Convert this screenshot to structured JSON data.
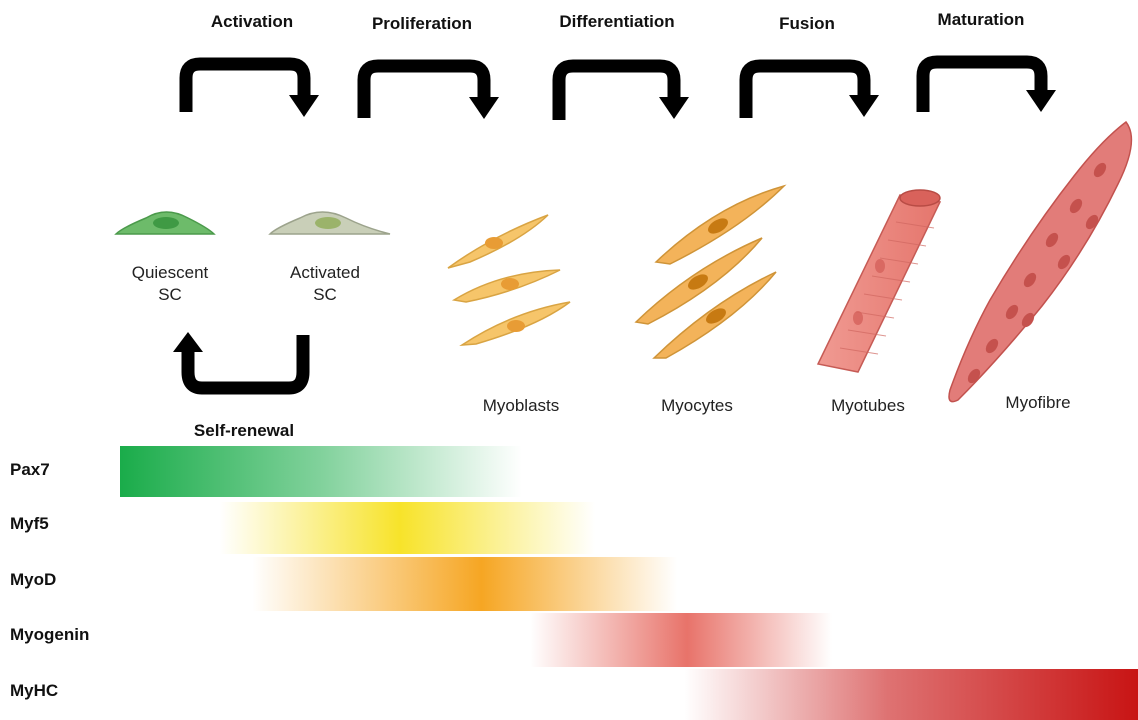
{
  "stages": [
    "Activation",
    "Proliferation",
    "Differentiation",
    "Fusion",
    "Maturation"
  ],
  "cells": {
    "quiescent": [
      "Quiescent",
      "SC"
    ],
    "activated": [
      "Activated",
      "SC"
    ],
    "myoblasts": "Myoblasts",
    "myocytes": "Myocytes",
    "myotubes": "Myotubes",
    "myofibre": "Myofibre"
  },
  "self_renewal": "Self-renewal",
  "markers": [
    {
      "name": "Pax7",
      "color": "#1aac4a"
    },
    {
      "name": "Myf5",
      "color": "#f7e32a"
    },
    {
      "name": "MyoD",
      "color": "#f6a623"
    },
    {
      "name": "Myogenin",
      "color": "#e8736a"
    },
    {
      "name": "MyHC",
      "color": "#c81414"
    }
  ],
  "colors": {
    "quiescent_cell": "#6dbb6a",
    "activated_cell": "#c9cfb8",
    "myoblast": "#f6c56a",
    "myocyte": "#f1a94a",
    "myotube": "#ec8b82",
    "myofibre": "#e27c79",
    "arrow": "#000000"
  }
}
